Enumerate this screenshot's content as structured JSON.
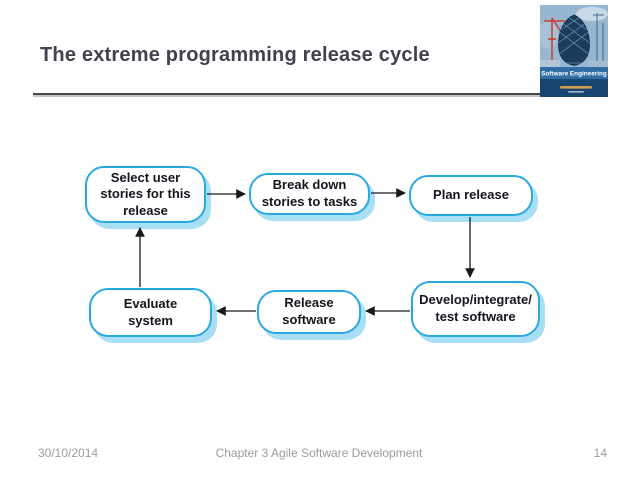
{
  "slide": {
    "title": "The extreme programming release cycle",
    "footer": {
      "date": "30/10/2014",
      "center": "Chapter 3 Agile Software Development",
      "page": "14"
    }
  },
  "logo": {
    "book_title": "Software Engineering"
  },
  "diagram": {
    "type": "flow-cycle",
    "nodes": [
      {
        "id": "select-stories",
        "label": "Select user\nstories for this\nrelease"
      },
      {
        "id": "break-down",
        "label": "Break down\nstories to tasks"
      },
      {
        "id": "plan-release",
        "label": "Plan release"
      },
      {
        "id": "develop-test",
        "label": "Develop/integrate/\ntest software"
      },
      {
        "id": "release-software",
        "label": "Release\nsoftware"
      },
      {
        "id": "evaluate-system",
        "label": "Evaluate\nsystem"
      }
    ],
    "edges": [
      "select-stories -> break-down",
      "break-down -> plan-release",
      "plan-release -> develop-test",
      "develop-test -> release-software",
      "release-software -> evaluate-system",
      "evaluate-system -> select-stories"
    ]
  },
  "colors": {
    "node_border": "#2aa9e0",
    "node_shadow": "#a9dff4",
    "node_text": "#15151e",
    "title_text": "#41424d",
    "footer_text": "#9b9b9b",
    "arrow": "#1a1a1a"
  }
}
